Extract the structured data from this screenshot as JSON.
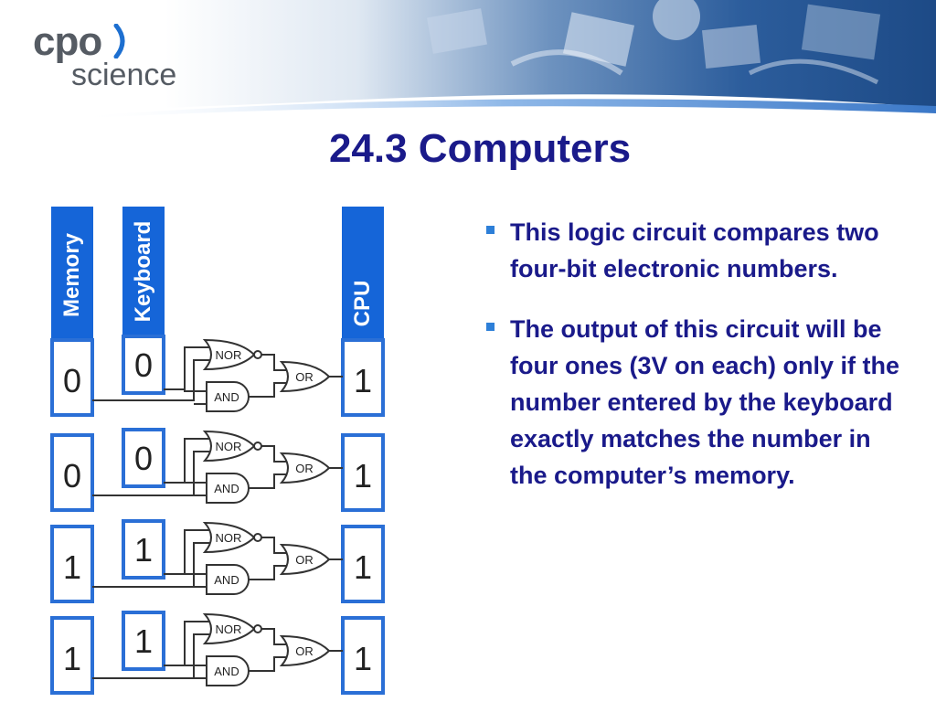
{
  "header": {
    "logo_cpo": "cpo",
    "logo_science": "science",
    "title": "24.3 Computers"
  },
  "colors": {
    "title": "#1a1a8a",
    "column_header_bg": "#1565d8",
    "box_border": "#2a6fd6",
    "bullet_marker": "#2d7fd8"
  },
  "diagram": {
    "columns": {
      "memory": "Memory",
      "keyboard": "Keyboard",
      "cpu": "CPU"
    },
    "gate_labels": {
      "nor": "NOR",
      "and": "AND",
      "or": "OR"
    },
    "rows": [
      {
        "memory": "0",
        "keyboard": "0",
        "cpu": "1"
      },
      {
        "memory": "0",
        "keyboard": "0",
        "cpu": "1"
      },
      {
        "memory": "1",
        "keyboard": "1",
        "cpu": "1"
      },
      {
        "memory": "1",
        "keyboard": "1",
        "cpu": "1"
      }
    ]
  },
  "bullets": [
    {
      "text": "This logic circuit compares two four-bit electronic numbers."
    },
    {
      "text": "The output of this circuit will be four ones (3V on each) only if the number entered by the keyboard exactly matches the number in the computer’s memory."
    }
  ]
}
